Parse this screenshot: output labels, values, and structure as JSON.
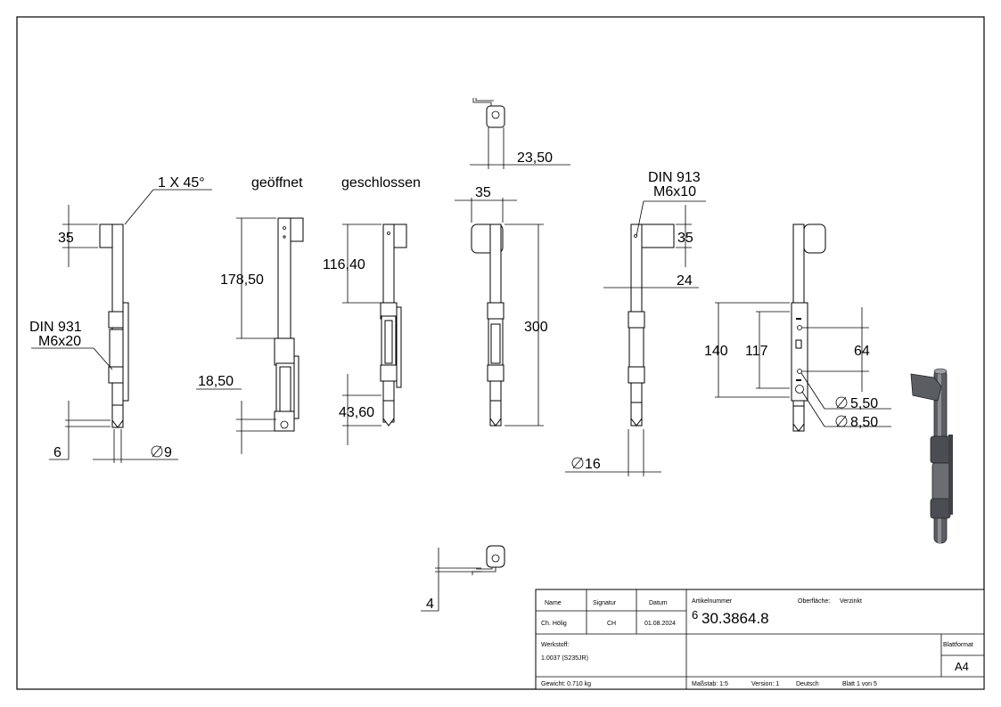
{
  "labels": {
    "chamfer": "1 X 45°",
    "opened": "geöffnet",
    "closed": "geschlossen",
    "screw1_line1": "DIN 931",
    "screw1_line2": "M6x20",
    "screw2_line1": "DIN 913",
    "screw2_line2": "M6x10"
  },
  "dimensions": {
    "top_width": "23,50",
    "v1_handle": "35",
    "v1_bottom": "6",
    "v1_dia": "9",
    "v2_length": "178,50",
    "v2_bottom": "18,50",
    "v3_length": "116,40",
    "v3_bottom": "43,60",
    "v4_handle": "35",
    "v4_total": "300",
    "v5_handle": "35",
    "v5_offset": "24",
    "v5_dia": "16",
    "v6_140": "140",
    "v6_117": "117",
    "v6_64": "64",
    "v6_hole1": "5,50",
    "v6_hole2": "8,50",
    "bottom_view": "4"
  },
  "title_block": {
    "name_header": "Name",
    "signature_header": "Signatur",
    "date_header": "Datum",
    "name": "Ch. Hölig",
    "signature": "CH",
    "date": "01.08.2024",
    "article_label": "Artikelnummer",
    "article_prefix": "6",
    "article_number": "30.3864.8",
    "surface_label": "Oberfläche:",
    "surface_value": "Verzinkt",
    "material_label": "Werkstoff:",
    "material_value": "1.0037 (S235JR)",
    "sheet_format_label": "Blattformat",
    "sheet_format_value": "A4",
    "weight": "Gewicht: 0.710 kg",
    "scale": "Maßstab: 1:5",
    "version": "Version: 1",
    "language": "Deutsch",
    "sheet": "Blatt 1 von 5"
  },
  "colors": {
    "line": "#000000",
    "paper": "#ffffff",
    "iso_part": "#5a5e62"
  }
}
